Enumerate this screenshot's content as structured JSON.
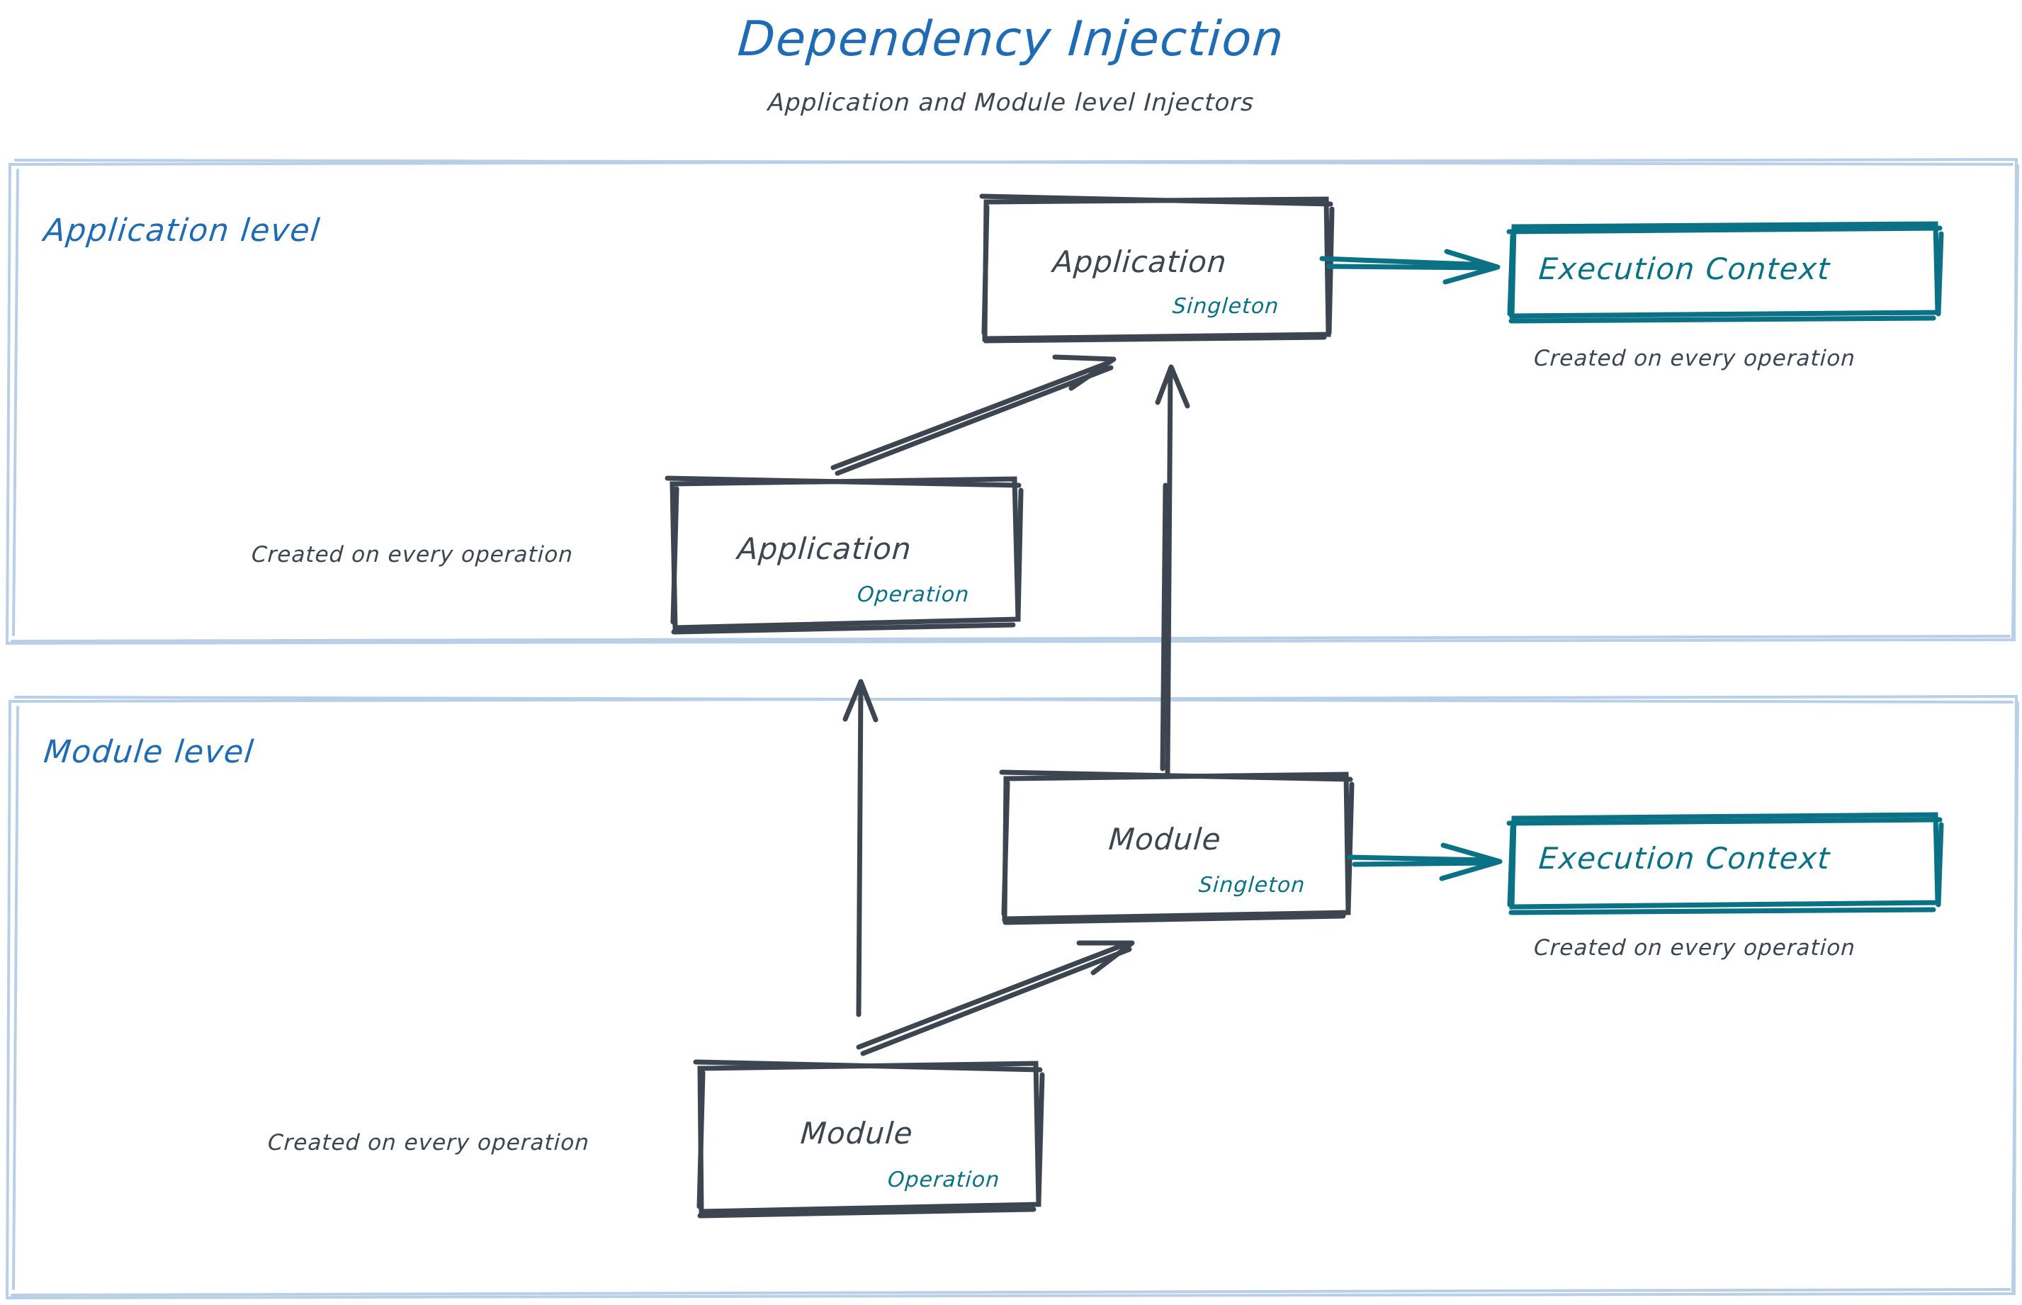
{
  "page": {
    "title": "Dependency Injection",
    "subtitle": "Application and Module level Injectors",
    "background": "#ffffff"
  },
  "colors": {
    "title_blue": "#1f6cb4",
    "section_blue": "#1f6cb4",
    "section_border": "#b9cfe8",
    "node_stroke": "#3d4650",
    "node_text": "#3d4650",
    "scope_teal": "#0b7185",
    "context_teal": "#0b7185",
    "arrow_dark": "#3d4650",
    "arrow_teal": "#0b7185"
  },
  "sections": [
    {
      "id": "application-level",
      "label": "Application level",
      "nodes": [
        {
          "id": "application-singleton",
          "title": "Application",
          "scope": "Singleton"
        },
        {
          "id": "application-operation",
          "title": "Application",
          "scope": "Operation",
          "note": "Created on every operation"
        },
        {
          "id": "execution-context-application",
          "title": "Execution Context",
          "note": "Created on every operation"
        }
      ]
    },
    {
      "id": "module-level",
      "label": "Module level",
      "nodes": [
        {
          "id": "module-singleton",
          "title": "Module",
          "scope": "Singleton"
        },
        {
          "id": "module-operation",
          "title": "Module",
          "scope": "Operation",
          "note": "Created on every operation"
        },
        {
          "id": "execution-context-module",
          "title": "Execution Context",
          "note": "Created on every operation"
        }
      ]
    }
  ],
  "edges": [
    {
      "id": "edge-app-operation-to-app-singleton",
      "from": "application-operation",
      "to": "application-singleton",
      "color": "#3d4650",
      "style": "solid-arrow"
    },
    {
      "id": "edge-app-singleton-to-exec-context",
      "from": "application-singleton",
      "to": "execution-context-application",
      "color": "#0b7185",
      "style": "solid-arrow"
    },
    {
      "id": "edge-module-singleton-to-app-singleton",
      "from": "module-singleton",
      "to": "application-singleton",
      "color": "#3d4650",
      "style": "solid-arrow"
    },
    {
      "id": "edge-module-operation-to-app-operation",
      "from": "module-operation",
      "to": "application-operation",
      "color": "#3d4650",
      "style": "solid-arrow"
    },
    {
      "id": "edge-module-operation-to-module-singleton",
      "from": "module-operation",
      "to": "module-singleton",
      "color": "#3d4650",
      "style": "solid-arrow"
    },
    {
      "id": "edge-module-singleton-to-exec-context",
      "from": "module-singleton",
      "to": "execution-context-module",
      "color": "#0b7185",
      "style": "solid-arrow"
    }
  ]
}
